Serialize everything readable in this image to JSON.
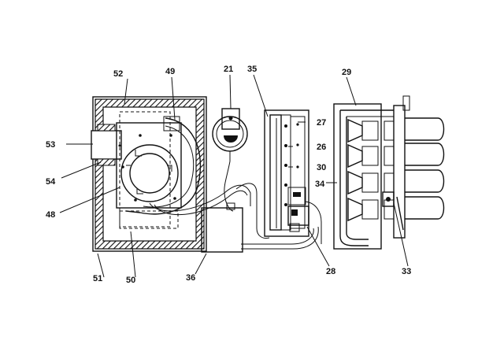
{
  "callouts": {
    "c21": "21",
    "c26": "26",
    "c27": "27",
    "c28": "28",
    "c29": "29",
    "c30": "30",
    "c33": "33",
    "c34": "34",
    "c35": "35",
    "c36": "36",
    "c48": "48",
    "c49": "49",
    "c50": "50",
    "c51": "51",
    "c52": "52",
    "c53": "53",
    "c54": "54"
  },
  "icons": {
    "hatch": "diagonal-hatch-insulation",
    "blower": "blower-wheel-icon",
    "switch": "pressure-switch-icon"
  }
}
